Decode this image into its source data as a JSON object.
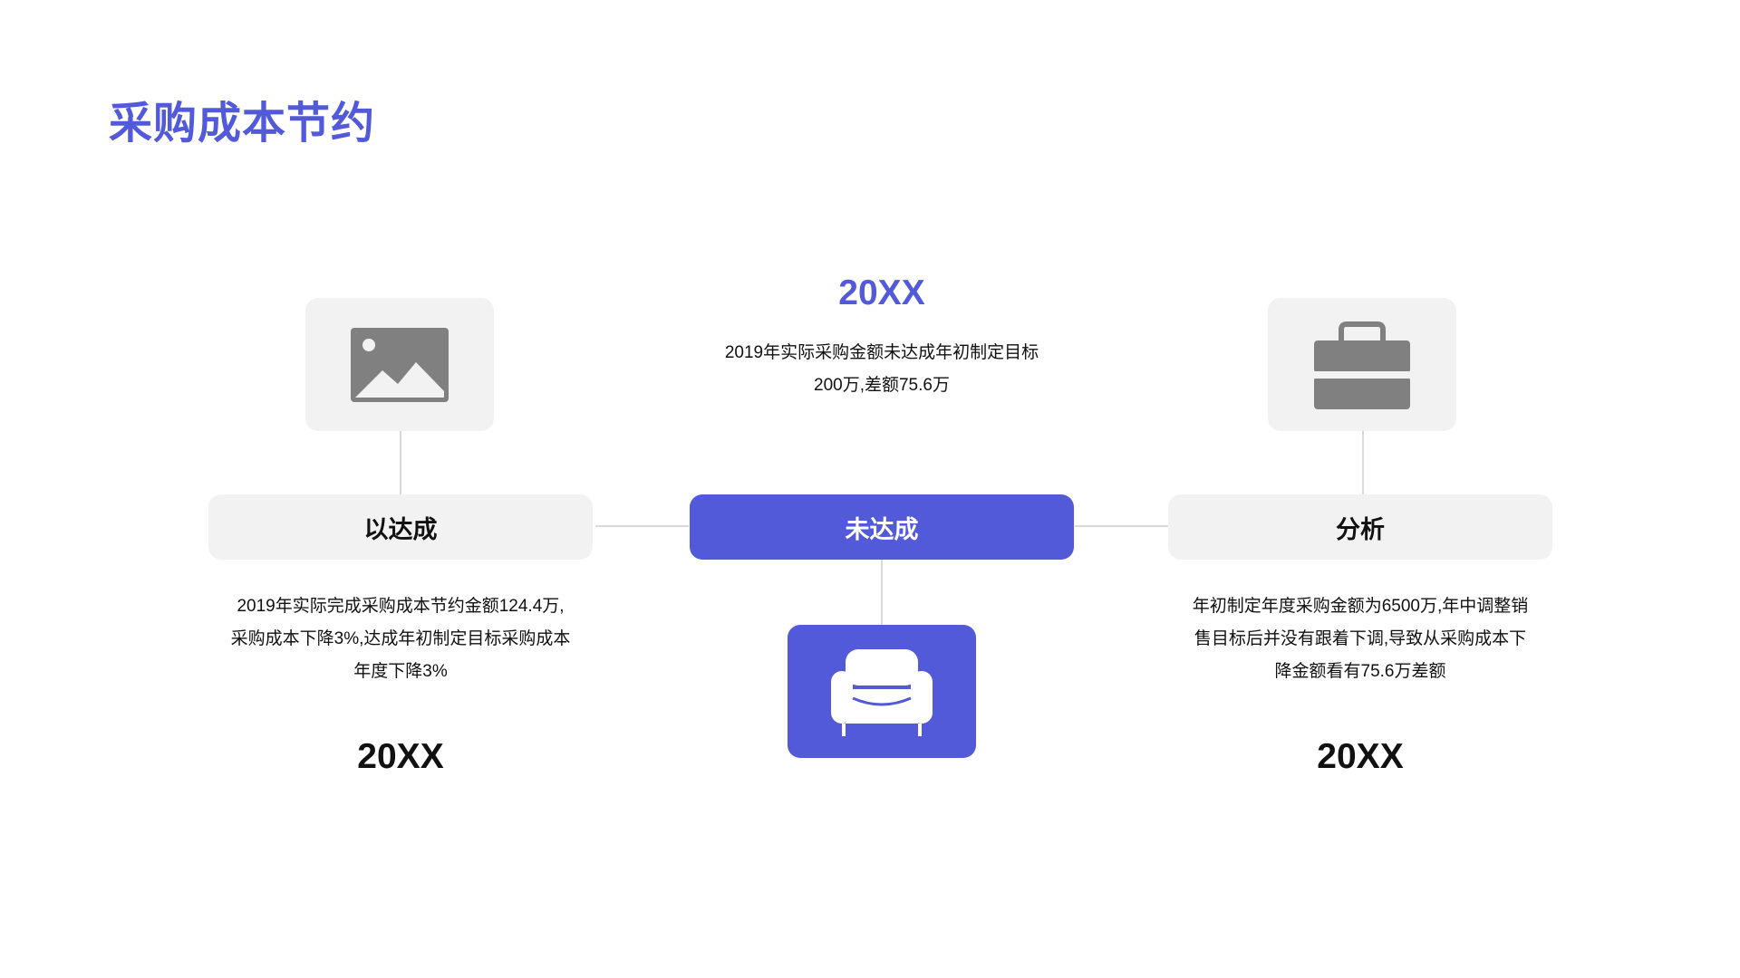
{
  "title": "采购成本节约",
  "colors": {
    "accent": "#525ad9",
    "box_bg": "#f2f2f2",
    "icon_gray": "#808080",
    "connector": "#d9d9d9"
  },
  "left": {
    "icon": "image-icon",
    "label": "以达成",
    "desc_lines": [
      "2019年实际完成采购成本节约金额124.4万,",
      "采购成本下降3%,达成年初制定目标采购成本",
      "年度下降3%"
    ],
    "year": "20XX"
  },
  "center": {
    "icon": "sofa-icon",
    "label": "未达成",
    "desc_lines": [
      "2019年实际采购金额未达成年初制定目标",
      "200万,差额75.6万"
    ],
    "year": "20XX"
  },
  "right": {
    "icon": "briefcase-icon",
    "label": "分析",
    "desc_lines": [
      "年初制定年度采购金额为6500万,年中调整销",
      "售目标后并没有跟着下调,导致从采购成本下",
      "降金额看有75.6万差额"
    ],
    "year": "20XX"
  }
}
